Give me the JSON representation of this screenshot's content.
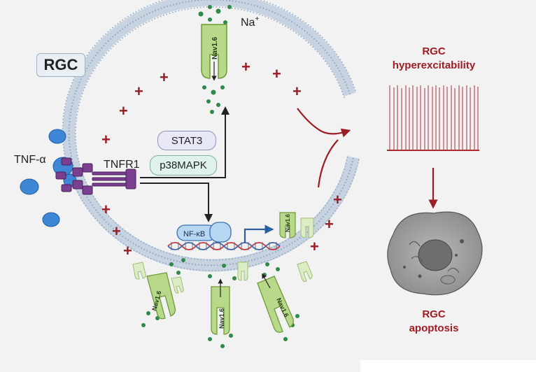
{
  "labels": {
    "rgc": "RGC",
    "tnf_alpha": "TNF-α",
    "tnfr1": "TNFR1",
    "na_ion": "Na",
    "na_charge": "+",
    "stat3": "STAT3",
    "p38mapk": "p38MAPK",
    "nfkb": "NF-κB",
    "nav16": "Nav1.6",
    "hyperexcitability_line1": "RGC",
    "hyperexcitability_line2": "hyperexcitability",
    "apoptosis_line1": "RGC",
    "apoptosis_line2": "apoptosis",
    "plus_sign": "+"
  },
  "colors": {
    "membrane": "#aebfd1",
    "membrane_dots": "#8aa4bf",
    "plus": "#9b1c24",
    "channel_fill": "#b9d98a",
    "channel_stroke": "#6f9a3a",
    "tnf_blue": "#3f86d6",
    "receptor_purple": "#7b3f8f",
    "sodium_green": "#2f8a4a",
    "red_arrow": "#9b1c24",
    "dna_red": "#c8323a",
    "dna_blue": "#3b5fb0",
    "cell_gray": "#8c8c8c"
  }
}
